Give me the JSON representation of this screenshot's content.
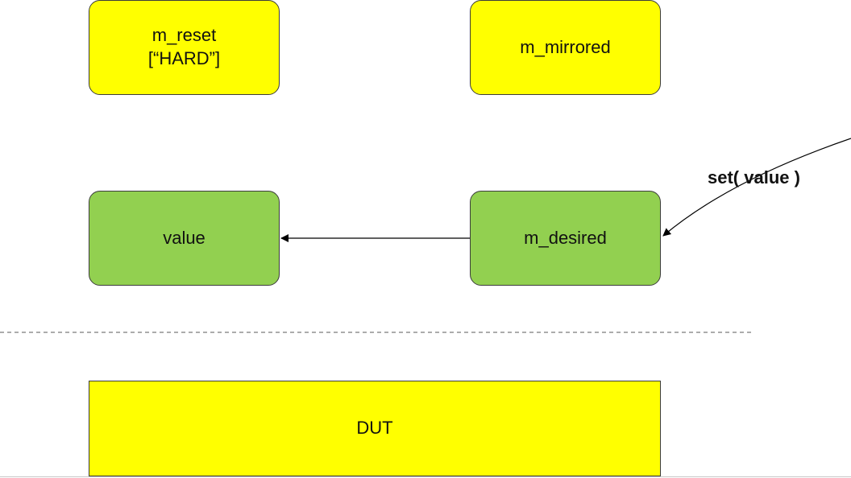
{
  "diagram": {
    "nodes": {
      "m_reset": {
        "line1": "m_reset",
        "line2": "[“HARD”]",
        "color": "#ffff00"
      },
      "m_mirrored": {
        "label": "m_mirrored",
        "color": "#ffff00"
      },
      "value": {
        "label": "value",
        "color": "#92d050"
      },
      "m_desired": {
        "label": "m_desired",
        "color": "#92d050"
      },
      "dut": {
        "label": "DUT",
        "color": "#ffff00"
      }
    },
    "edges": {
      "set_call": {
        "label": "set( value )"
      }
    }
  }
}
